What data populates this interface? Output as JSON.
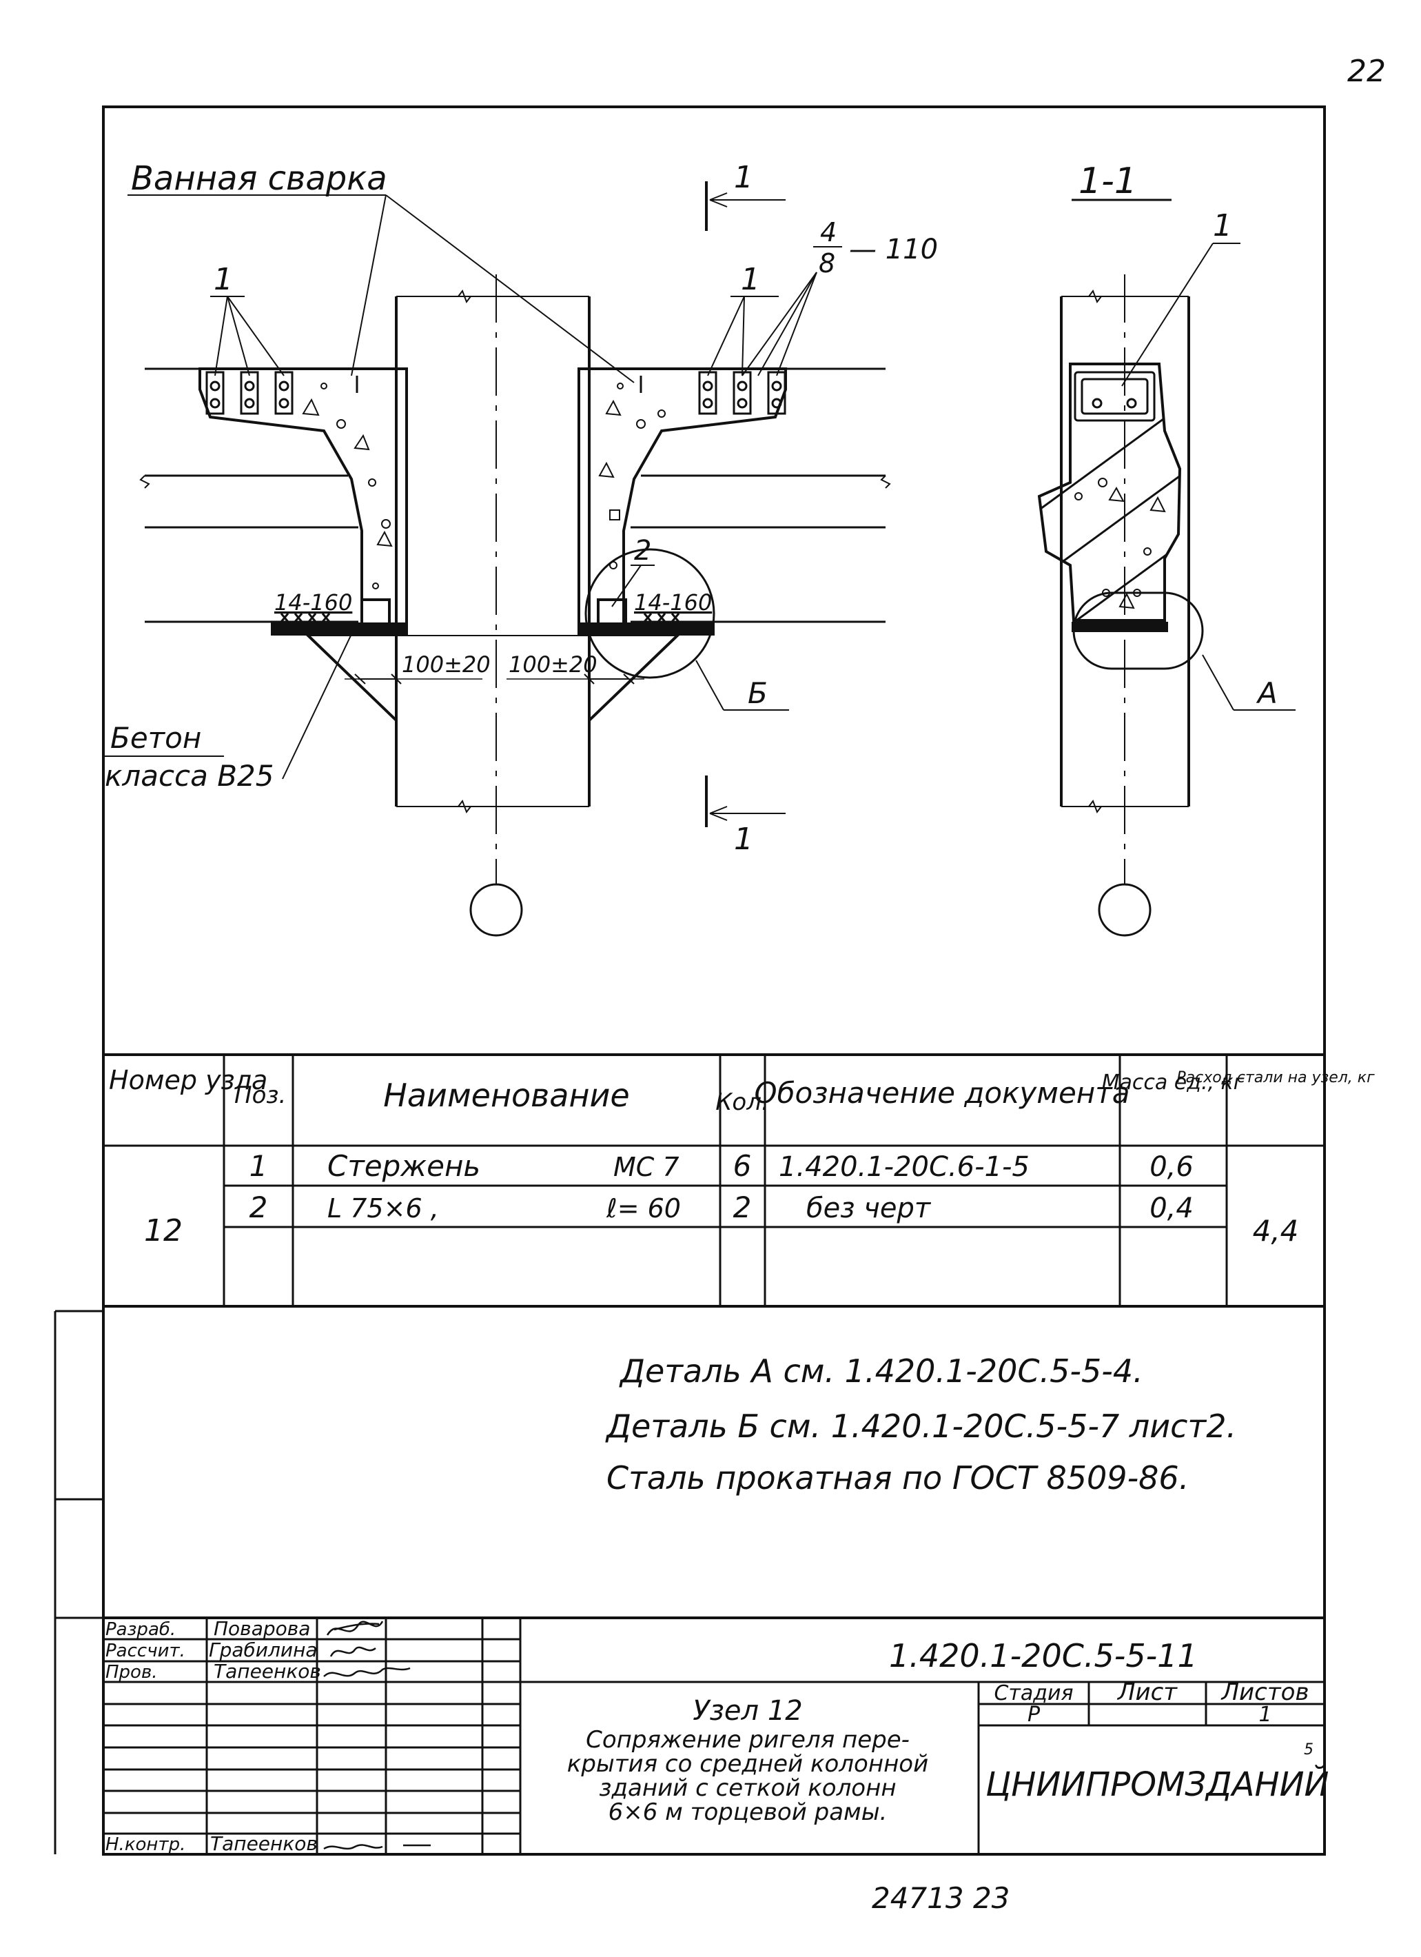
{
  "sheet_number": "22",
  "drawing": {
    "label_bath_welding": "Ванная сварка",
    "callout_1": "1",
    "callout_2": "2",
    "weld_fraction_top": "4",
    "weld_fraction_bottom": "8",
    "weld_length": "— 110",
    "weld_left": "14-160",
    "weld_right": "14-160",
    "dim_left": "100±20",
    "dim_right": "100±20",
    "concrete_line1": "Бетон",
    "concrete_line2": "класса В25",
    "detail_b": "Б",
    "detail_a": "А",
    "section_mark": "1",
    "section_title": "1-1"
  },
  "spec_table": {
    "headers": {
      "node": "Номер узла",
      "pos": "Поз.",
      "name": "Наименование",
      "qty": "Кол.",
      "doc": "Обозначение документа",
      "mass": "Масса ед., кг",
      "steel": "Расход стали на узел, кг"
    },
    "node_number": "12",
    "steel_total": "4,4",
    "rows": [
      {
        "pos": "1",
        "name": "Стержень",
        "mark": "МС 7",
        "qty": "6",
        "doc": "1.420.1-20С.6-1-5",
        "mass": "0,6"
      },
      {
        "pos": "2",
        "name": "L 75×6 ,",
        "mark": "ℓ= 60",
        "qty": "2",
        "doc": "без черт",
        "mass": "0,4"
      }
    ]
  },
  "notes": [
    "Деталь А см. 1.420.1-20С.5-5-4.",
    "Деталь Б см. 1.420.1-20С.5-5-7 лист2.",
    "Сталь прокатная по ГОСТ 8509-86."
  ],
  "title_block": {
    "designation": "1.420.1-20С.5-5-11",
    "roles": [
      {
        "role": "Разраб.",
        "name": "Поварова"
      },
      {
        "role": "Рассчит.",
        "name": "Грабилина"
      },
      {
        "role": "Пров.",
        "name": "Тапеенков"
      },
      {
        "role": "Н.контр.",
        "name": "Тапеенков"
      }
    ],
    "title_lines": [
      "Узел 12",
      "Сопряжение ригеля пере-",
      "крытия со средней колонной",
      "зданий с сеткой колонн",
      "6×6 м торцевой рамы."
    ],
    "stage_label": "Стадия",
    "sheet_label": "Лист",
    "sheets_label": "Листов",
    "stage_value": "Р",
    "sheets_value": "1",
    "organization": "ЦНИИПРОМЗДАНИЙ",
    "org_mark": "5"
  },
  "footer_number": "24713  23"
}
